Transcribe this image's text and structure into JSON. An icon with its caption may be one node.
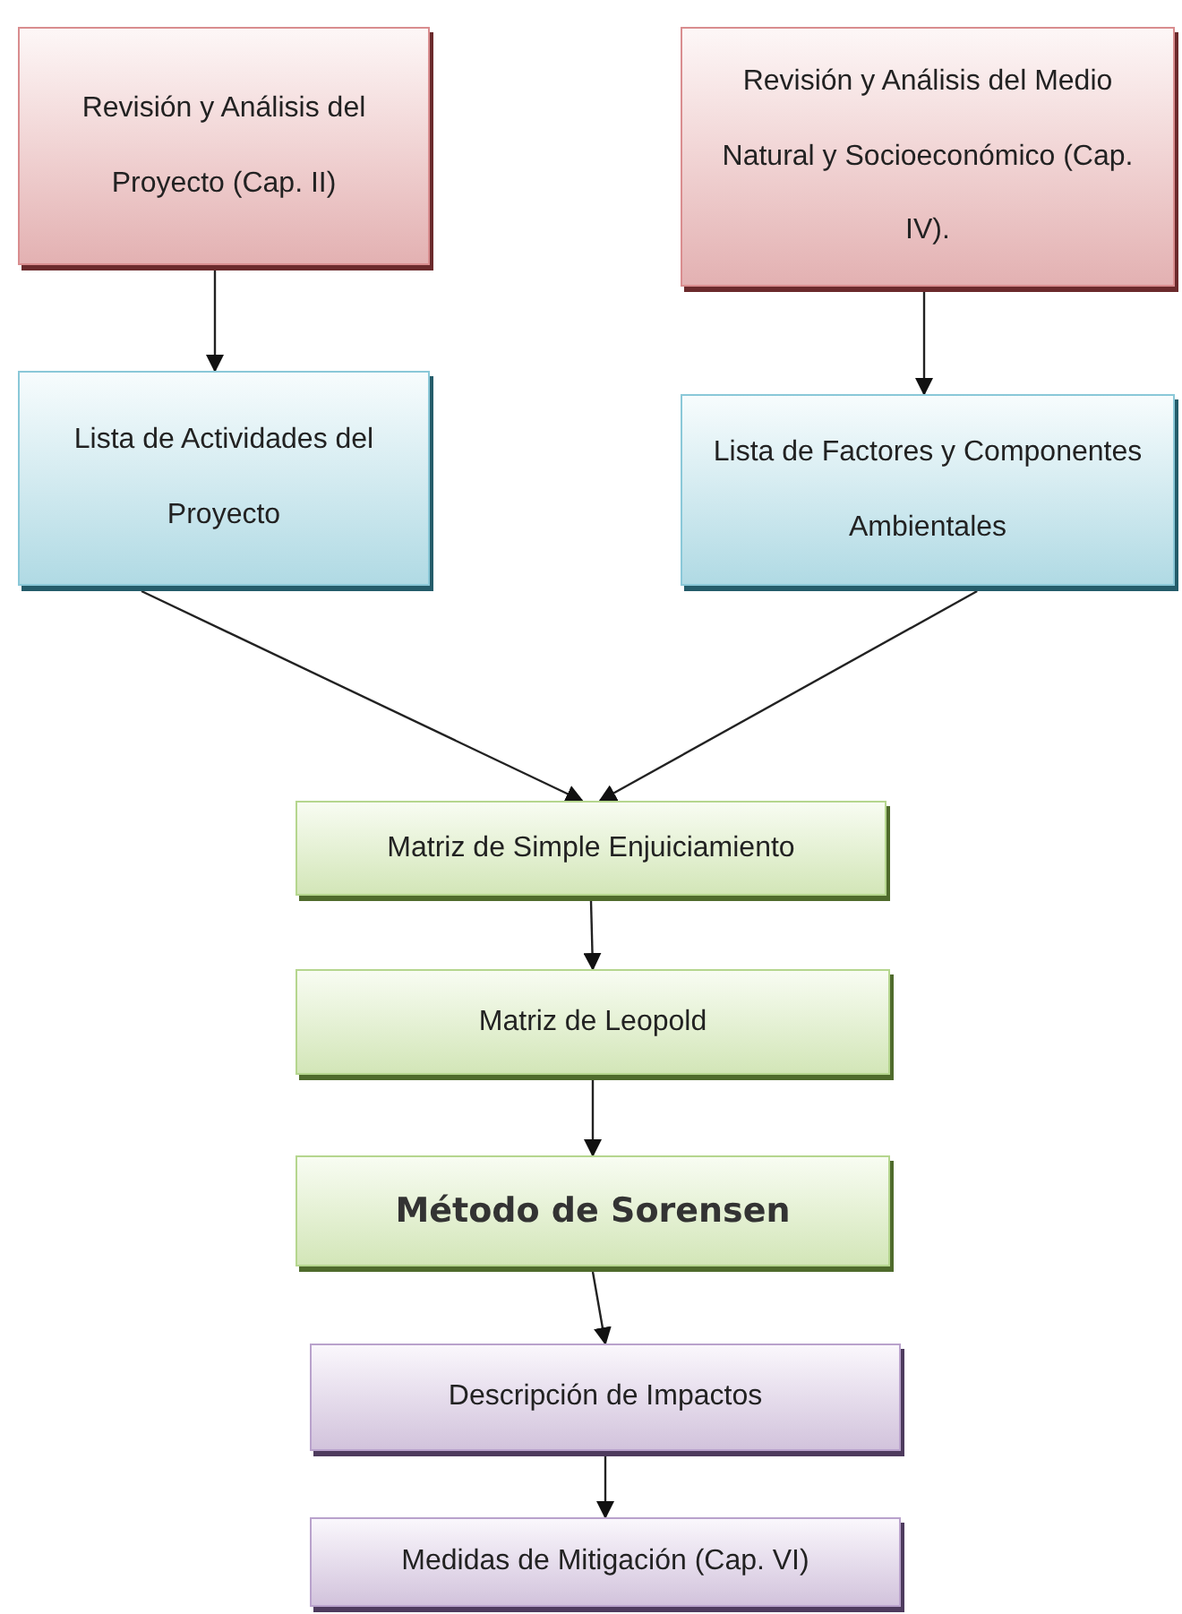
{
  "diagram": {
    "nodes": [
      {
        "text": [
          "Revisión y Análisis del Proyecto (Cap. II)"
        ]
      },
      {
        "text": [
          "Revisión y Análisis del Medio Natural y Socioeconómico (Cap. IV)."
        ]
      },
      {
        "text": [
          "Lista de Actividades del Proyecto"
        ]
      },
      {
        "text": [
          "Lista de Factores y Componentes Ambientales"
        ]
      },
      {
        "text": [
          "Matriz de Simple Enjuiciamiento"
        ]
      },
      {
        "text": [
          "Matriz de Leopold"
        ]
      },
      {
        "text": [
          "Método de Sorensen"
        ]
      },
      {
        "text": [
          "Descripción de Impactos"
        ]
      },
      {
        "text": [
          "Medidas de Mitigación (Cap. VI)"
        ]
      }
    ],
    "edges": [
      {
        "from": 0,
        "to": 2,
        "arrow": "to"
      },
      {
        "from": 1,
        "to": 3,
        "arrow": "to"
      },
      {
        "from": 2,
        "to": 4,
        "arrow": "to"
      },
      {
        "from": 3,
        "to": 4,
        "arrow": "to"
      },
      {
        "from": 4,
        "to": 5,
        "arrow": "to"
      },
      {
        "from": 5,
        "to": 6,
        "arrow": "to"
      },
      {
        "from": 6,
        "to": 7,
        "arrow": "to"
      },
      {
        "from": 7,
        "to": 8,
        "arrow": "to"
      }
    ]
  }
}
